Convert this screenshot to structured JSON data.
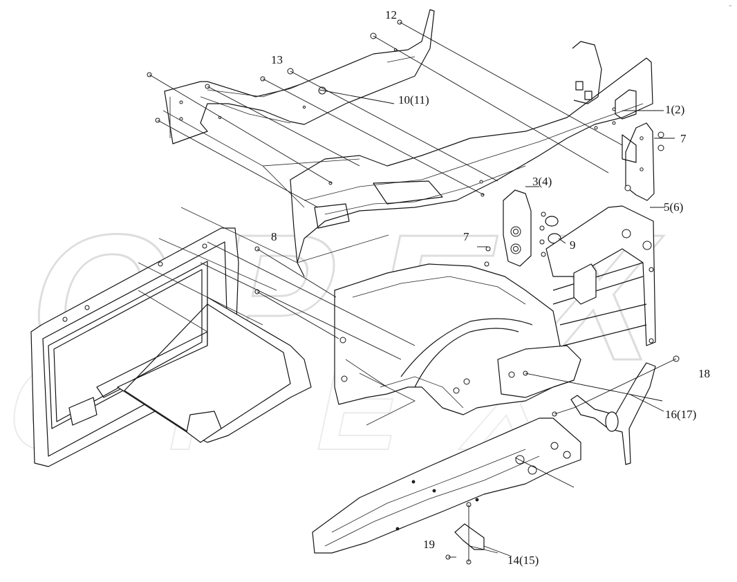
{
  "diagram": {
    "watermark": "OPEX",
    "corner_mark": "…",
    "callouts": [
      {
        "id": "c1",
        "label": "1(2)"
      },
      {
        "id": "c3",
        "label": "3(4)"
      },
      {
        "id": "c5",
        "label": "5(6)"
      },
      {
        "id": "c7a",
        "label": "7"
      },
      {
        "id": "c7b",
        "label": "7"
      },
      {
        "id": "c8",
        "label": "8"
      },
      {
        "id": "c9",
        "label": "9"
      },
      {
        "id": "c10",
        "label": "10(11)"
      },
      {
        "id": "c12",
        "label": "12"
      },
      {
        "id": "c13",
        "label": "13"
      },
      {
        "id": "c14",
        "label": "14(15)"
      },
      {
        "id": "c16",
        "label": "16(17)"
      },
      {
        "id": "c18",
        "label": "18"
      },
      {
        "id": "c19",
        "label": "19"
      }
    ]
  }
}
